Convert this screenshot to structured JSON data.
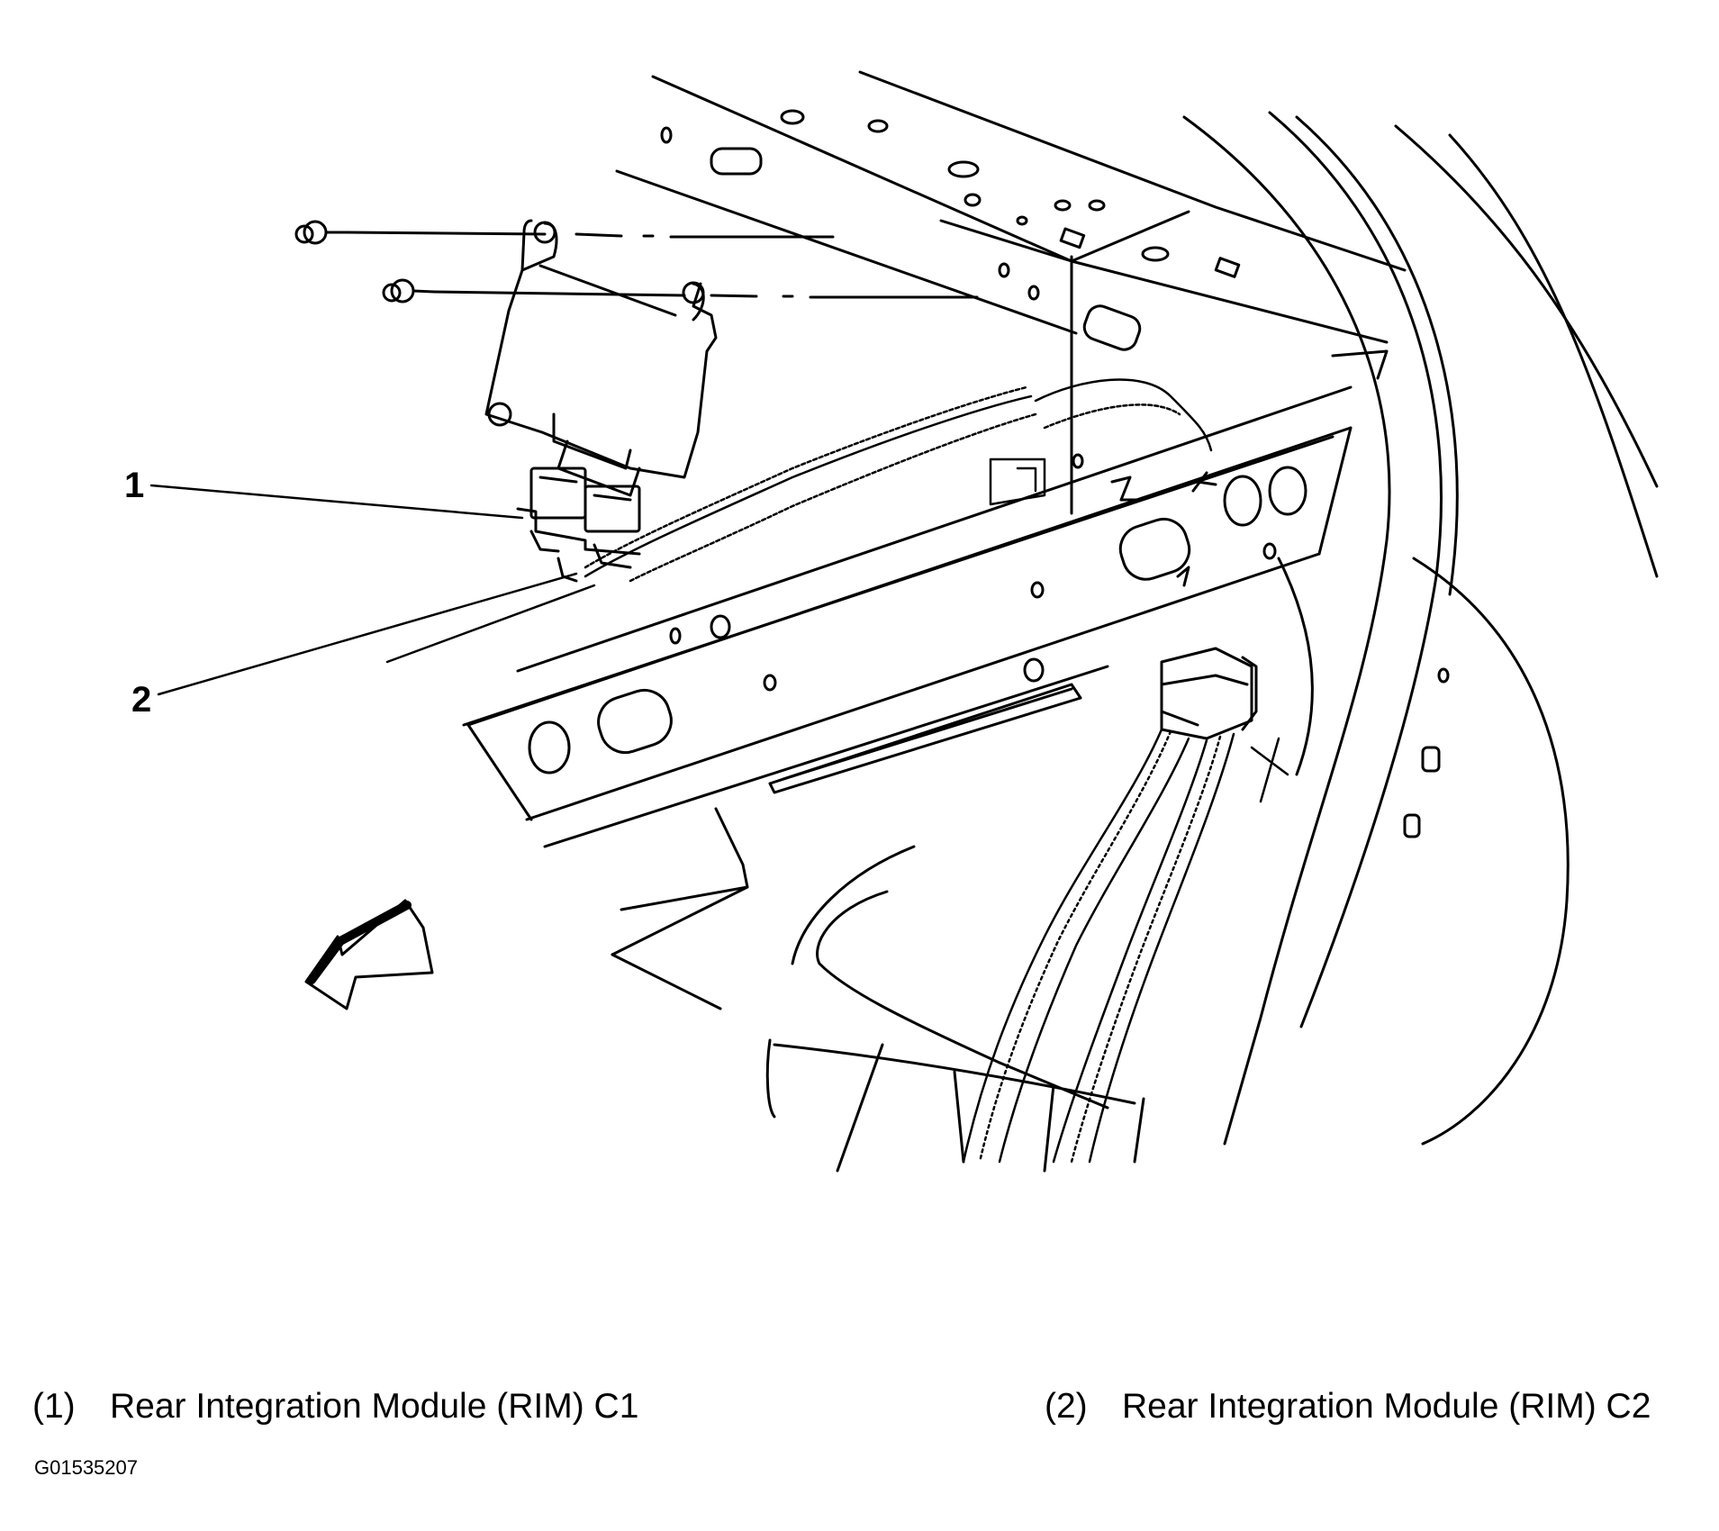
{
  "callouts": [
    {
      "number": "1",
      "label": "(1)",
      "description": "Rear Integration Module (RIM) C1"
    },
    {
      "number": "2",
      "label": "(2)",
      "description": "Rear Integration Module (RIM) C2"
    }
  ],
  "figure_id": "G01535207",
  "colors": {
    "line": "#000000",
    "background": "#ffffff"
  }
}
